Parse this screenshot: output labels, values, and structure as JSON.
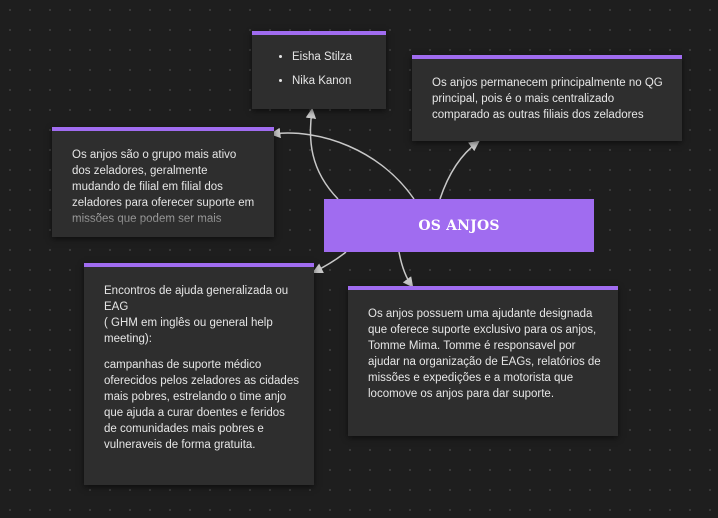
{
  "central_node": {
    "title": "OS ANJOS"
  },
  "names_card": {
    "items": [
      "Eisha Stilza",
      "Nika Kanon"
    ]
  },
  "hq_card": {
    "text": "Os anjos permanecem principalmente no QG principal, pois é o mais centralizado comparado as outras filiais dos zeladores"
  },
  "intro_card": {
    "text": "Os anjos são o grupo mais ativo dos zeladores, geralmente mudando de filial em filial dos zeladores para oferecer suporte em missões que podem ser mais"
  },
  "eag_card": {
    "heading": "Encontros de ajuda generalizada ou EAG",
    "subheading": "( GHM em inglês ou general help meeting):",
    "body": "campanhas de suporte médico oferecidos pelos zeladores as cidades mais pobres, estrelando o time anjo que ajuda a curar doentes e feridos de comunidades mais pobres e vulneraveis de forma gratuita."
  },
  "assistant_card": {
    "text": "Os anjos possuem uma ajudante designada que oferece suporte exclusivo para os anjos, Tomme Mima. Tomme é responsavel por ajudar na organização de EAGs, relatórios de missões e expedições e a motorista que locomove os anjos para dar suporte."
  },
  "colors": {
    "accent": "#a06cf0",
    "card_bg": "#2e2e2e",
    "canvas_bg": "#1e1e1e",
    "connector": "#c8c8c8"
  }
}
